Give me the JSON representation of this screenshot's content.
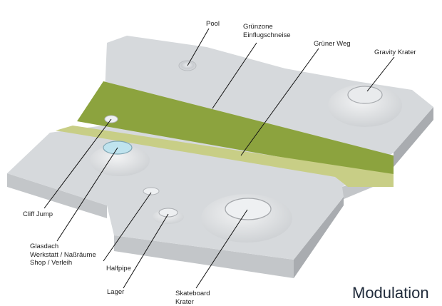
{
  "title": "Modulation",
  "labels": {
    "pool": "Pool",
    "gruenzone": "Grünzone\nEinflugschneise",
    "gruener_weg": "Grüner Weg",
    "gravity_krater": "Gravity Krater",
    "cliff_jump": "Cliff Jump",
    "glasdach": "Glasdach\nWerkstatt / Naßräume\nShop / Verleih",
    "halfpipe": "Halfpipe",
    "lager": "Lager",
    "skateboard_krater": "Skateboard\nKrater"
  },
  "colors": {
    "surface": "#d6d9dc",
    "side_front": "#c3c6c9",
    "side_right": "#a9acb0",
    "green_band": "#8ca33e",
    "green_path": "#c8ce86",
    "glass": "#bfe3ee",
    "leader": "#111111"
  }
}
